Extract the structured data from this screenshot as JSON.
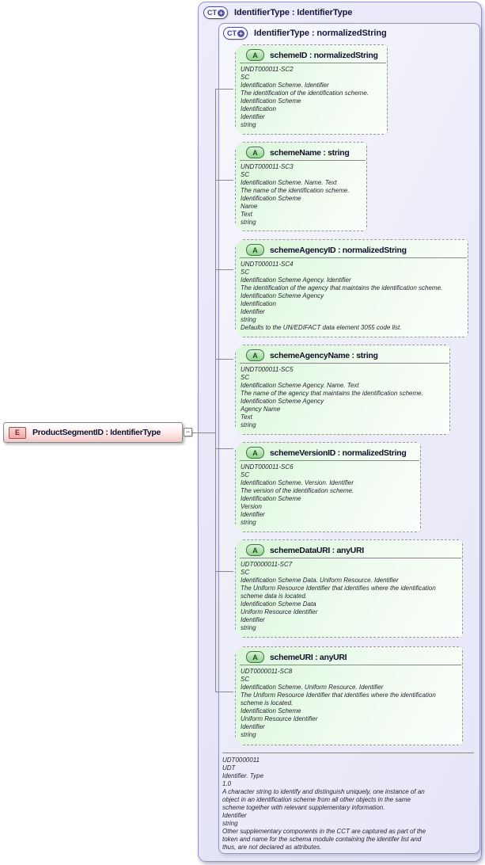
{
  "diagram": {
    "element": {
      "icon": "E",
      "label": "ProductSegmentID : IdentifierType",
      "collapse_glyph": "−"
    },
    "outer_type": {
      "icon": "CT",
      "icon_plus": "+",
      "label": "IdentifierType : IdentifierType"
    },
    "inner_type": {
      "icon": "CT",
      "icon_plus": "+",
      "label": "IdentifierType : normalizedString",
      "annotation": [
        "UDT0000011",
        "UDT",
        "Identifier. Type",
        "1.0",
        "A character string to identify and distinguish uniquely, one instance of an",
        "object in an identification scheme from all other objects in the same",
        "scheme together with relevant supplementary information.",
        "Identifier",
        "string",
        "Other supplementary components in the CCT are captured as part of the",
        "token and name for the schema module containing the identifer list and",
        "thus, are not declared as attributes."
      ]
    },
    "attributes": [
      {
        "icon": "A",
        "label": "schemeID : normalizedString",
        "annotation": [
          "UNDT000011-SC2",
          "SC",
          "Identification Scheme. Identifier",
          "The identification of the identification scheme.",
          "Identification Scheme",
          "Identification",
          "Identifier",
          "string"
        ]
      },
      {
        "icon": "A",
        "label": "schemeName : string",
        "annotation": [
          "UNDT000011-SC3",
          "SC",
          "Identification Scheme. Name. Text",
          "The name of the identification scheme.",
          "Identification Scheme",
          "Name",
          "Text",
          "string"
        ]
      },
      {
        "icon": "A",
        "label": "schemeAgencyID : normalizedString",
        "annotation": [
          "UNDT000011-SC4",
          "SC",
          "Identification Scheme Agency. Identifier",
          "The identification of the agency that maintains the identification scheme.",
          "Identification Scheme Agency",
          "Identification",
          "Identifier",
          "string",
          "Defaults to the UN/EDIFACT data element 3055 code list."
        ]
      },
      {
        "icon": "A",
        "label": "schemeAgencyName : string",
        "annotation": [
          "UNDT000011-SC5",
          "SC",
          "Identification Scheme Agency. Name. Text",
          "The name of the agency that maintains the identification scheme.",
          "Identification Scheme Agency",
          "Agency Name",
          "Text",
          "string"
        ]
      },
      {
        "icon": "A",
        "label": "schemeVersionID : normalizedString",
        "annotation": [
          "UNDT000011-SC6",
          "SC",
          "Identification Scheme. Version. Identifier",
          "The version of the identification scheme.",
          "Identification Scheme",
          "Version",
          "Identifier",
          "string"
        ]
      },
      {
        "icon": "A",
        "label": "schemeDataURI : anyURI",
        "annotation": [
          "UDT0000011-SC7",
          "SC",
          "Identification Scheme Data. Uniform Resource. Identifier",
          "The Uniform Resource Identifier that identifies where the identification",
          "scheme data is located.",
          "Identification Scheme Data",
          "Uniform Resource Identifier",
          "Identifier",
          "string"
        ]
      },
      {
        "icon": "A",
        "label": "schemeURI : anyURI",
        "annotation": [
          "UDT0000011-SC8",
          "SC",
          "Identification Scheme. Uniform Resource. Identifier",
          "The Uniform Resource Identifier that identifies where the identification",
          "scheme is located.",
          "Identification Scheme",
          "Uniform Resource Identifier",
          "Identifier",
          "string"
        ]
      }
    ],
    "colors": {
      "container_border": "#9393c6",
      "container_fill": "#e6e6f7",
      "attribute_fill": "#d9f6d9",
      "element_fill": "#f5c6c6",
      "ct_icon_purple": "#4a4aa0",
      "attr_icon_green": "#447744",
      "connector_gray": "#8a8a8a"
    }
  }
}
